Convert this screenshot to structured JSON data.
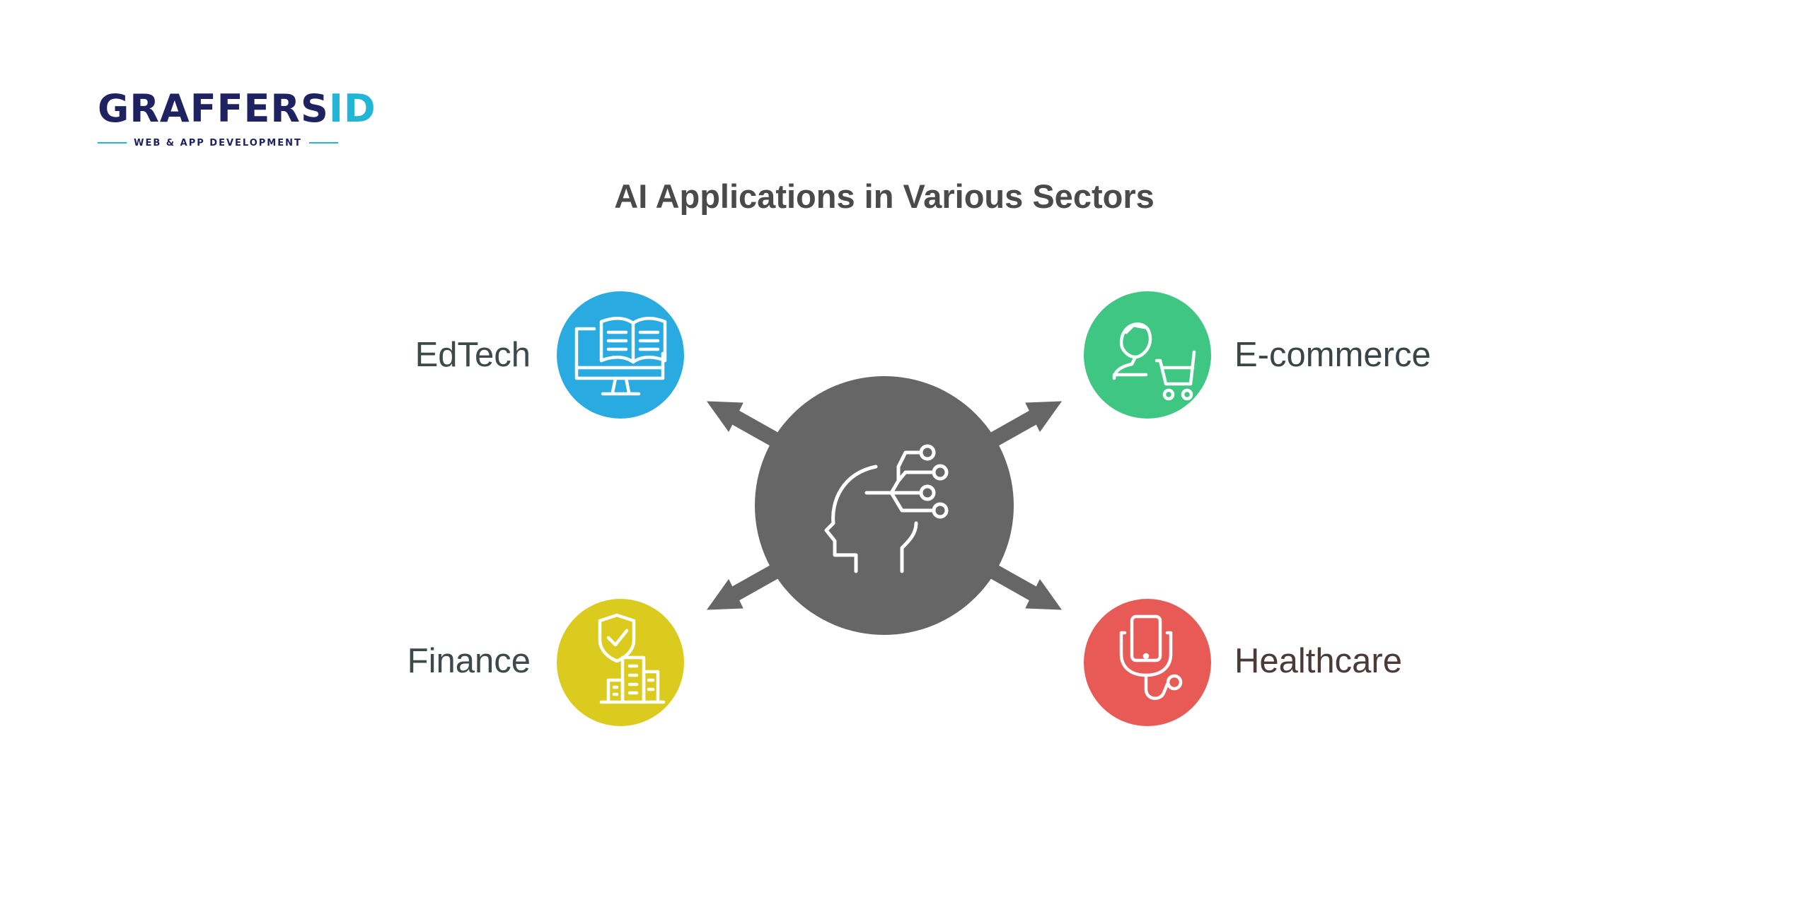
{
  "logo": {
    "word_main": "GRAFFERS",
    "word_accent": "ID",
    "tagline": "WEB & APP DEVELOPMENT"
  },
  "title": "AI Applications in Various Sectors",
  "sectors": {
    "edtech": {
      "label": "EdTech",
      "color": "#29abe2",
      "icon": "computer-book-icon"
    },
    "ecommerce": {
      "label": "E-commerce",
      "color": "#3fc683",
      "icon": "shopper-cart-icon"
    },
    "finance": {
      "label": "Finance",
      "color": "#dccb1f",
      "icon": "shield-buildings-icon"
    },
    "healthcare": {
      "label": "Healthcare",
      "color": "#e85a55",
      "icon": "phone-stethoscope-icon"
    }
  },
  "center": {
    "color": "#666666",
    "icon": "ai-head-circuit-icon"
  }
}
